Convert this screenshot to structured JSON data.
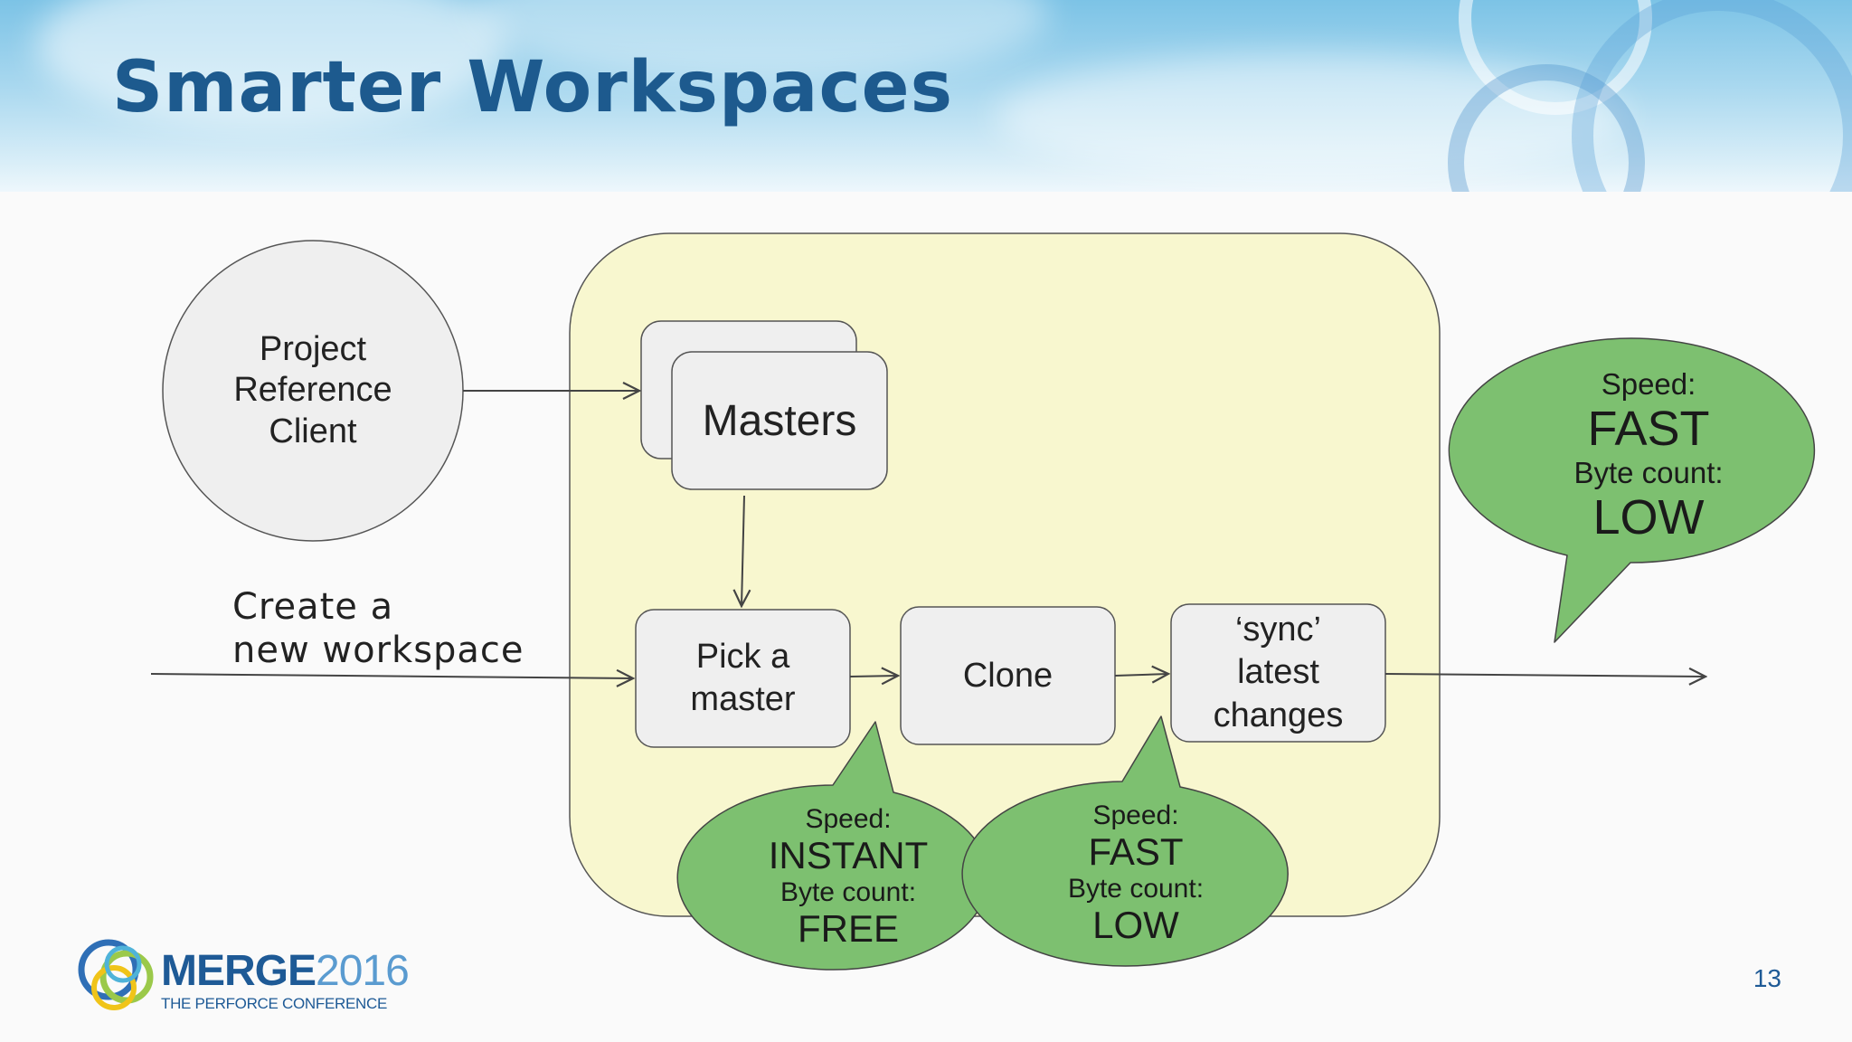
{
  "slide": {
    "title": "Smarter Workspaces",
    "page_number": "13"
  },
  "diagram": {
    "reference_client": "Project\nReference\nClient",
    "masters": "Masters",
    "create_label": "Create a\nnew workspace",
    "steps": [
      {
        "label": "Pick a\nmaster"
      },
      {
        "label": "Clone"
      },
      {
        "label": "‘sync’\nlatest\nchanges"
      }
    ],
    "callouts": {
      "pick": {
        "speed_label": "Speed:",
        "speed_value": "INSTANT",
        "bytes_label": "Byte count:",
        "bytes_value": "FREE"
      },
      "clone": {
        "speed_label": "Speed:",
        "speed_value": "FAST",
        "bytes_label": "Byte count:",
        "bytes_value": "LOW"
      },
      "result": {
        "speed_label": "Speed:",
        "speed_value": "FAST",
        "bytes_label": "Byte count:",
        "bytes_value": "LOW"
      }
    }
  },
  "logo": {
    "name": "MERGE",
    "year": "2016",
    "tagline": "THE PERFORCE CONFERENCE"
  },
  "colors": {
    "title": "#1d5a8e",
    "panel": "#f8f7cf",
    "bubble": "#7dc070",
    "box": "#efefef"
  }
}
